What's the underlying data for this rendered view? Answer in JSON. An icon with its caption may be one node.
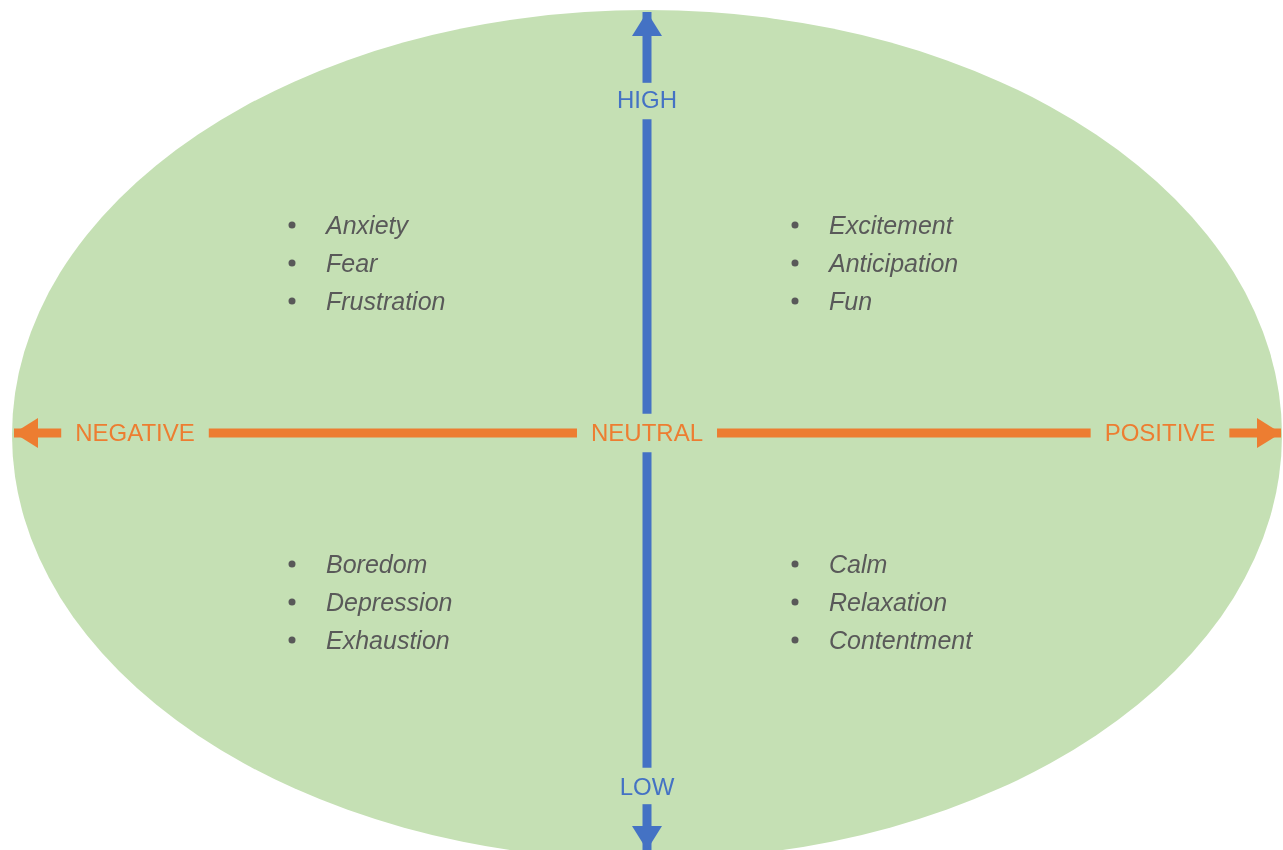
{
  "diagram": {
    "nodes": [
      {
        "text": [],
        "shape": "ellipse"
      },
      {
        "text": [
          "HIGH"
        ],
        "in": 0
      },
      {
        "text": [
          "LOW"
        ],
        "in": 0
      },
      {
        "text": [
          "NEGATIVE"
        ],
        "in": 0
      },
      {
        "text": [
          "NEUTRAL"
        ],
        "in": 0
      },
      {
        "text": [
          "POSITIVE"
        ],
        "in": 0
      },
      {
        "text": [
          "Anxiety",
          "Fear",
          "Frustration"
        ],
        "in": 0
      },
      {
        "text": [
          "Excitement",
          "Anticipation",
          "Fun"
        ],
        "in": 0
      },
      {
        "text": [
          "Boredom",
          "Depression",
          "Exhaustion"
        ],
        "in": 0
      },
      {
        "text": [
          "Calm",
          "Relaxation",
          "Contentment"
        ],
        "in": 0
      }
    ],
    "edges": [
      {
        "from": 1,
        "to": null,
        "arrow": "to",
        "color": "#4472c4"
      },
      {
        "from": 1,
        "to": 4,
        "arrow": "none",
        "color": "#4472c4"
      },
      {
        "from": 4,
        "to": 2,
        "arrow": "none",
        "color": "#4472c4"
      },
      {
        "from": 2,
        "to": null,
        "arrow": "to",
        "color": "#4472c4"
      },
      {
        "from": 3,
        "to": null,
        "arrow": "to",
        "color": "#ed7d31"
      },
      {
        "from": 3,
        "to": 4,
        "arrow": "none",
        "color": "#ed7d31"
      },
      {
        "from": 4,
        "to": 5,
        "arrow": "none",
        "color": "#ed7d31"
      },
      {
        "from": 5,
        "to": null,
        "arrow": "to",
        "color": "#ed7d31"
      }
    ]
  }
}
